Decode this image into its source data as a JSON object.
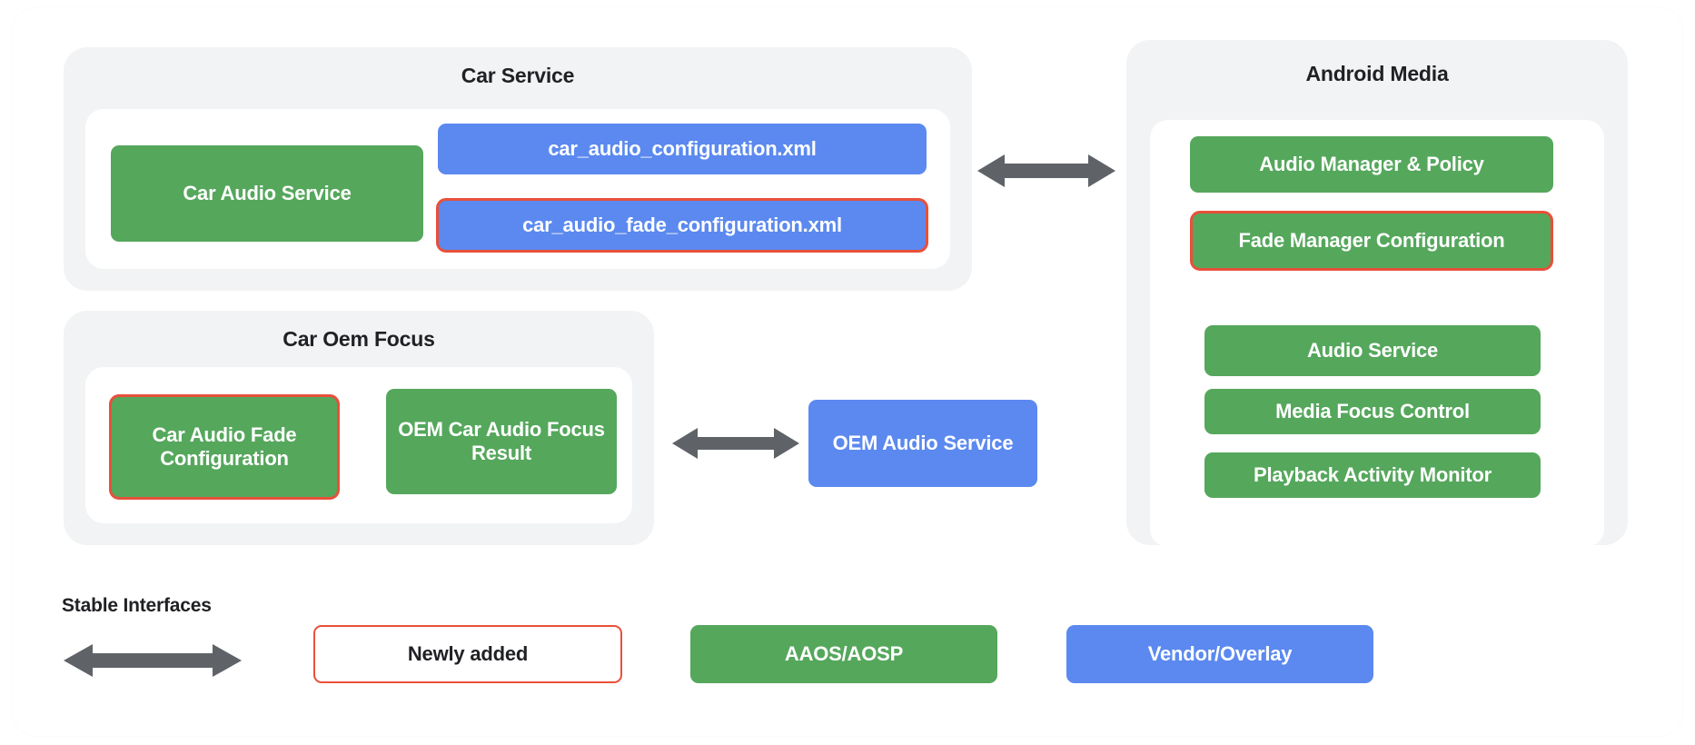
{
  "diagram": {
    "title_car_service": "Car Service",
    "title_car_oem_focus": "Car Oem Focus",
    "title_android_media": "Android Media",
    "car_service": {
      "nodes": [
        {
          "label": "Car Audio Service",
          "style": "green",
          "highlight": false
        },
        {
          "label": "car_audio_configuration.xml",
          "style": "blue",
          "highlight": false
        },
        {
          "label": "car_audio_fade_configuration.xml",
          "style": "blue",
          "highlight": true
        }
      ]
    },
    "car_oem_focus": {
      "nodes": [
        {
          "label": "Car Audio Fade Configuration",
          "style": "green",
          "highlight": true
        },
        {
          "label": "OEM Car Audio Focus Result",
          "style": "green",
          "highlight": false
        }
      ]
    },
    "middle": {
      "nodes": [
        {
          "label": "OEM Audio Service",
          "style": "blue",
          "highlight": false
        }
      ]
    },
    "android_media": {
      "nodes": [
        {
          "label": "Audio Manager & Policy",
          "style": "green",
          "highlight": false
        },
        {
          "label": "Fade Manager Configuration",
          "style": "green",
          "highlight": true
        },
        {
          "label": "Audio Service",
          "style": "green",
          "highlight": false
        },
        {
          "label": "Media Focus Control",
          "style": "green",
          "highlight": false
        },
        {
          "label": "Playback Activity Monitor",
          "style": "green",
          "highlight": false
        }
      ]
    },
    "connectors": [
      {
        "name": "car-service-to-android-media",
        "kind": "double-arrow"
      },
      {
        "name": "car-oem-focus-to-oem-audio-service",
        "kind": "double-arrow"
      }
    ]
  },
  "legend": {
    "stable_interfaces_label": "Stable Interfaces",
    "arrow_kind": "double-arrow",
    "items": [
      {
        "label": "Newly added",
        "style": "outline"
      },
      {
        "label": "AAOS/AOSP",
        "style": "green"
      },
      {
        "label": "Vendor/Overlay",
        "style": "blue"
      }
    ]
  },
  "colors": {
    "green": "#55A75C",
    "blue": "#5B89EF",
    "highlight_red": "#E8503A",
    "panel_grey": "#F1F3F4",
    "arrow_grey": "#5F6368",
    "text_dark": "#202124",
    "card_white": "#FFFFFF"
  }
}
